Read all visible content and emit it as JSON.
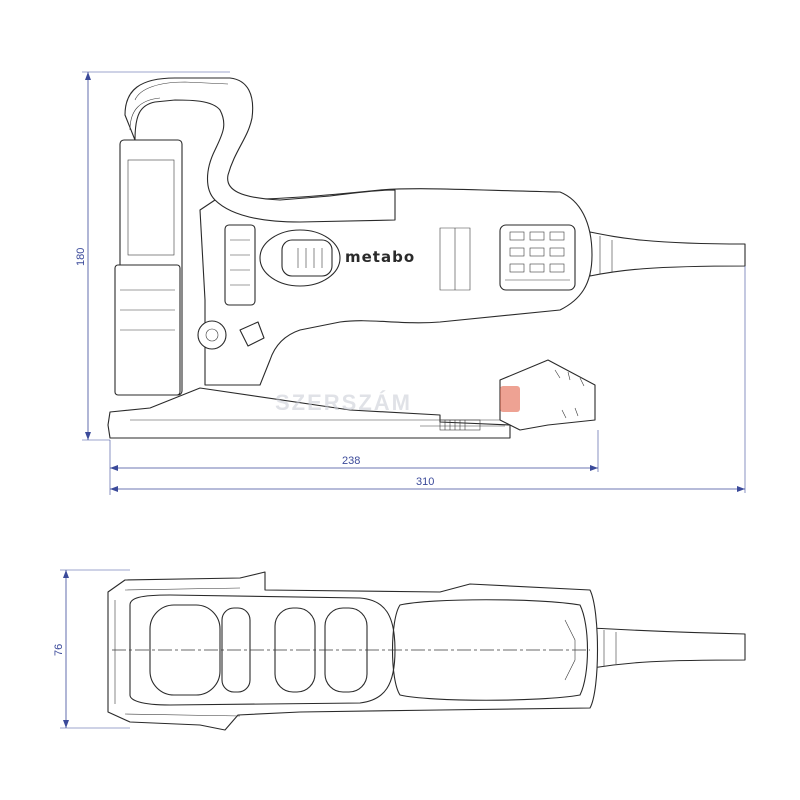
{
  "dimensions": {
    "height": "180",
    "base_length": "238",
    "total_length": "310",
    "width": "76"
  },
  "brand_label": "metabo",
  "watermark": "SZERSZÁM",
  "colors": {
    "dimension_line": "#3b4a9a",
    "outline": "#2a2a2a",
    "watermark": "#c8cbd4",
    "watermark_badge": "#e0553a"
  }
}
